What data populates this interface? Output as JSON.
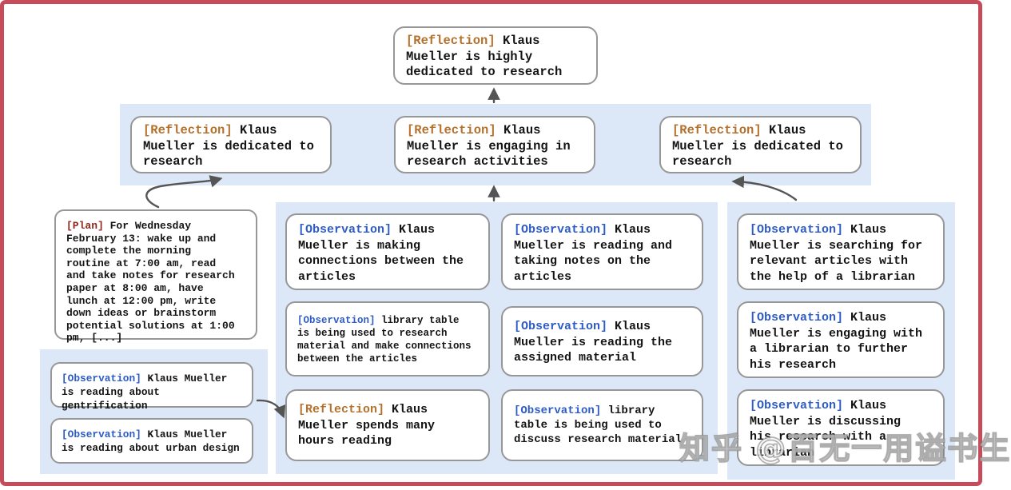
{
  "figure": {
    "description_colors": {
      "reflection_tag": "#b5712c",
      "plan_tag": "#92271f",
      "observation_tag": "#2d5cc7",
      "band_blue": "#dce8f7",
      "frame_red": "#c64c5c",
      "box_border_gray": "#979797",
      "arrow_gray": "#555555"
    }
  },
  "nodes": {
    "root": {
      "tag": "[Reflection]",
      "text": "Klaus Mueller is highly dedicated to research"
    },
    "refl_left": {
      "tag": "[Reflection]",
      "text": "Klaus Mueller is dedicated to research"
    },
    "refl_mid": {
      "tag": "[Reflection]",
      "text": "Klaus Mueller is engaging in research activities"
    },
    "refl_right": {
      "tag": "[Reflection]",
      "text": "Klaus Mueller is dedicated to research"
    },
    "plan": {
      "tag": "[Plan]",
      "text": "For Wednesday February 13: wake up and complete the morning routine at 7:00 am, read and take notes for research paper at 8:00 am, have lunch at 12:00 pm, write down ideas or brainstorm potential solutions at 1:00 pm, [...]"
    },
    "obs_gentrification": {
      "tag": "[Observation]",
      "text": "Klaus Mueller is reading about gentrification"
    },
    "obs_urban_design": {
      "tag": "[Observation]",
      "text": "Klaus Mueller is reading about urban design"
    },
    "obs_connections": {
      "tag": "[Observation]",
      "text": "Klaus Mueller is making connections between the articles"
    },
    "obs_library_research": {
      "tag": "[Observation]",
      "text": "library table is being used to research material and make connections between the articles"
    },
    "refl_hours": {
      "tag": "[Reflection]",
      "text": "Klaus Mueller spends many hours reading"
    },
    "obs_taking_notes": {
      "tag": "[Observation]",
      "text": "Klaus Mueller is reading and taking notes on the articles"
    },
    "obs_assigned": {
      "tag": "[Observation]",
      "text": "Klaus Mueller is reading the assigned material"
    },
    "obs_library_discuss": {
      "tag": "[Observation]",
      "text": "library table is being used to discuss research material"
    },
    "obs_searching": {
      "tag": "[Observation]",
      "text": "Klaus Mueller is searching for relevant articles with the help of a librarian"
    },
    "obs_engaging_librarian": {
      "tag": "[Observation]",
      "text": "Klaus Mueller is engaging with a librarian to further his research"
    },
    "obs_discussing": {
      "tag": "[Observation]",
      "text": "Klaus Mueller is discussing his research with a librarian"
    }
  },
  "watermark": {
    "text": "知乎 @百无一用谥书生"
  }
}
